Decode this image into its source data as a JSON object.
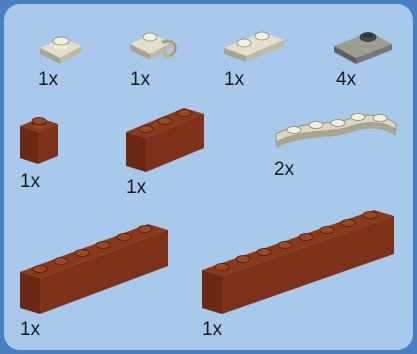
{
  "colors": {
    "background": "#4a7fc1",
    "panel": "#a9c9ec",
    "tan": "#cfcab5",
    "dark_bluish_gray": "#8b8d85",
    "reddish_brown": "#7a2e14"
  },
  "parts": [
    {
      "quantity": "1x",
      "name": "tan-plate-1x1-icon"
    },
    {
      "quantity": "1x",
      "name": "tan-plate-clip-icon"
    },
    {
      "quantity": "1x",
      "name": "tan-plate-1x2-icon"
    },
    {
      "quantity": "4x",
      "name": "dark-gray-jumper-plate-icon"
    },
    {
      "quantity": "1x",
      "name": "brown-brick-1x1-icon"
    },
    {
      "quantity": "1x",
      "name": "brown-brick-1x3-icon"
    },
    {
      "quantity": "2x",
      "name": "tan-curved-plate-icon"
    },
    {
      "quantity": "1x",
      "name": "brown-brick-1x6-icon"
    },
    {
      "quantity": "1x",
      "name": "brown-brick-1x8-icon"
    }
  ]
}
